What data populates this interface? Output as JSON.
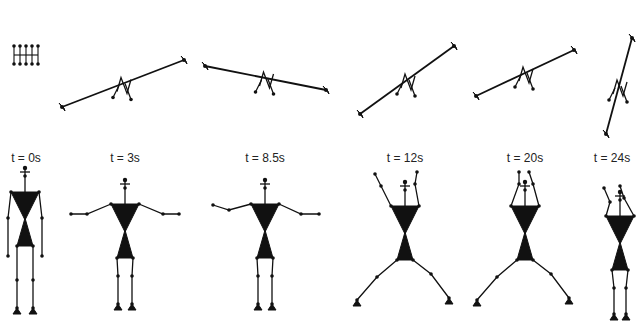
{
  "diagram": {
    "labels": [
      "t = 0s",
      "t = 3s",
      "t = 8.5s",
      "t = 12s",
      "t = 20s",
      "t = 24s"
    ]
  }
}
